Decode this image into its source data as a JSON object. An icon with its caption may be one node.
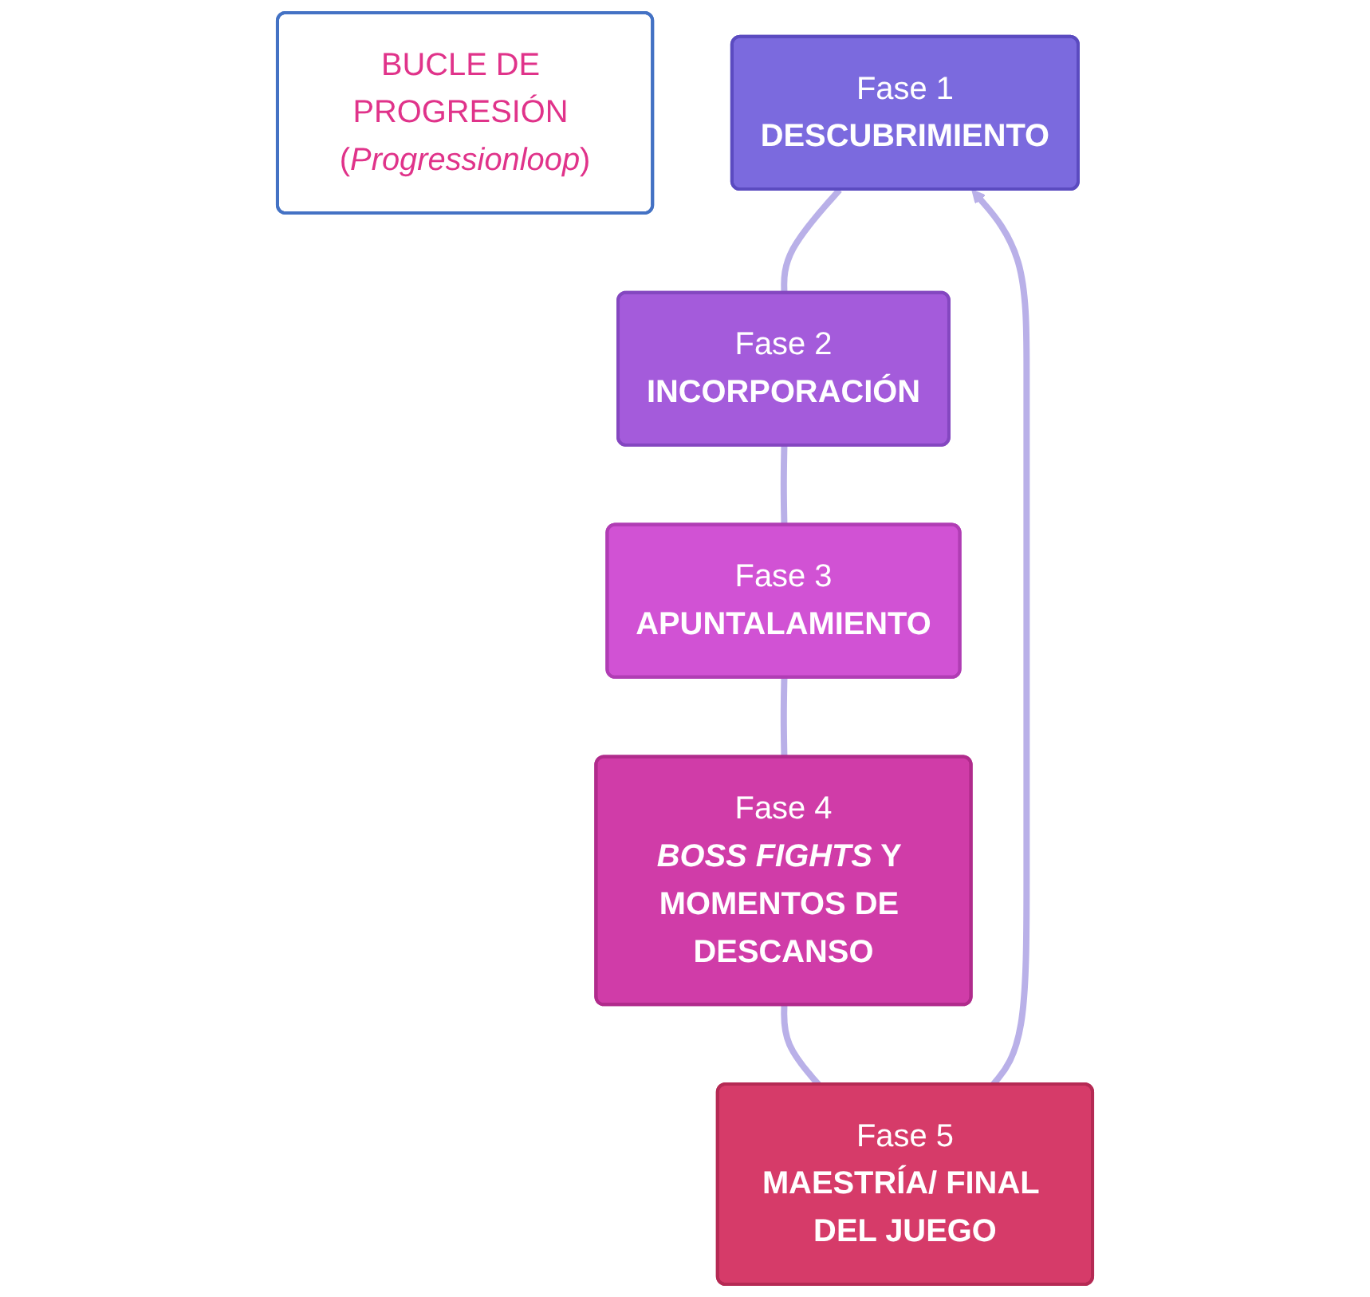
{
  "diagram": {
    "nodes": [
      {
        "text": [
          "BUCLE DE PROGRESIÓN (*Progressionloop*)"
        ]
      },
      {
        "text": [
          "Fase 1",
          "DESCUBRIMIENTO"
        ]
      },
      {
        "text": [
          "Fase 2",
          "INCORPORACIÓN"
        ]
      },
      {
        "text": [
          "Fase 3",
          "APUNTALAMIENTO"
        ]
      },
      {
        "text": [
          "Fase 4",
          "*BOSS FIGHTS* Y MOMENTOS DE DESCANSO"
        ]
      },
      {
        "text": [
          "Fase 5",
          "MAESTRÍA/ FINAL DEL JUEGO"
        ]
      }
    ],
    "edges": [
      {
        "from": 1,
        "to": 2,
        "arrow": "none"
      },
      {
        "from": 2,
        "to": 3,
        "arrow": "none"
      },
      {
        "from": 3,
        "to": 4,
        "arrow": "none"
      },
      {
        "from": 4,
        "to": 5,
        "arrow": "none"
      },
      {
        "from": 5,
        "to": 1,
        "arrow": "to"
      }
    ]
  }
}
